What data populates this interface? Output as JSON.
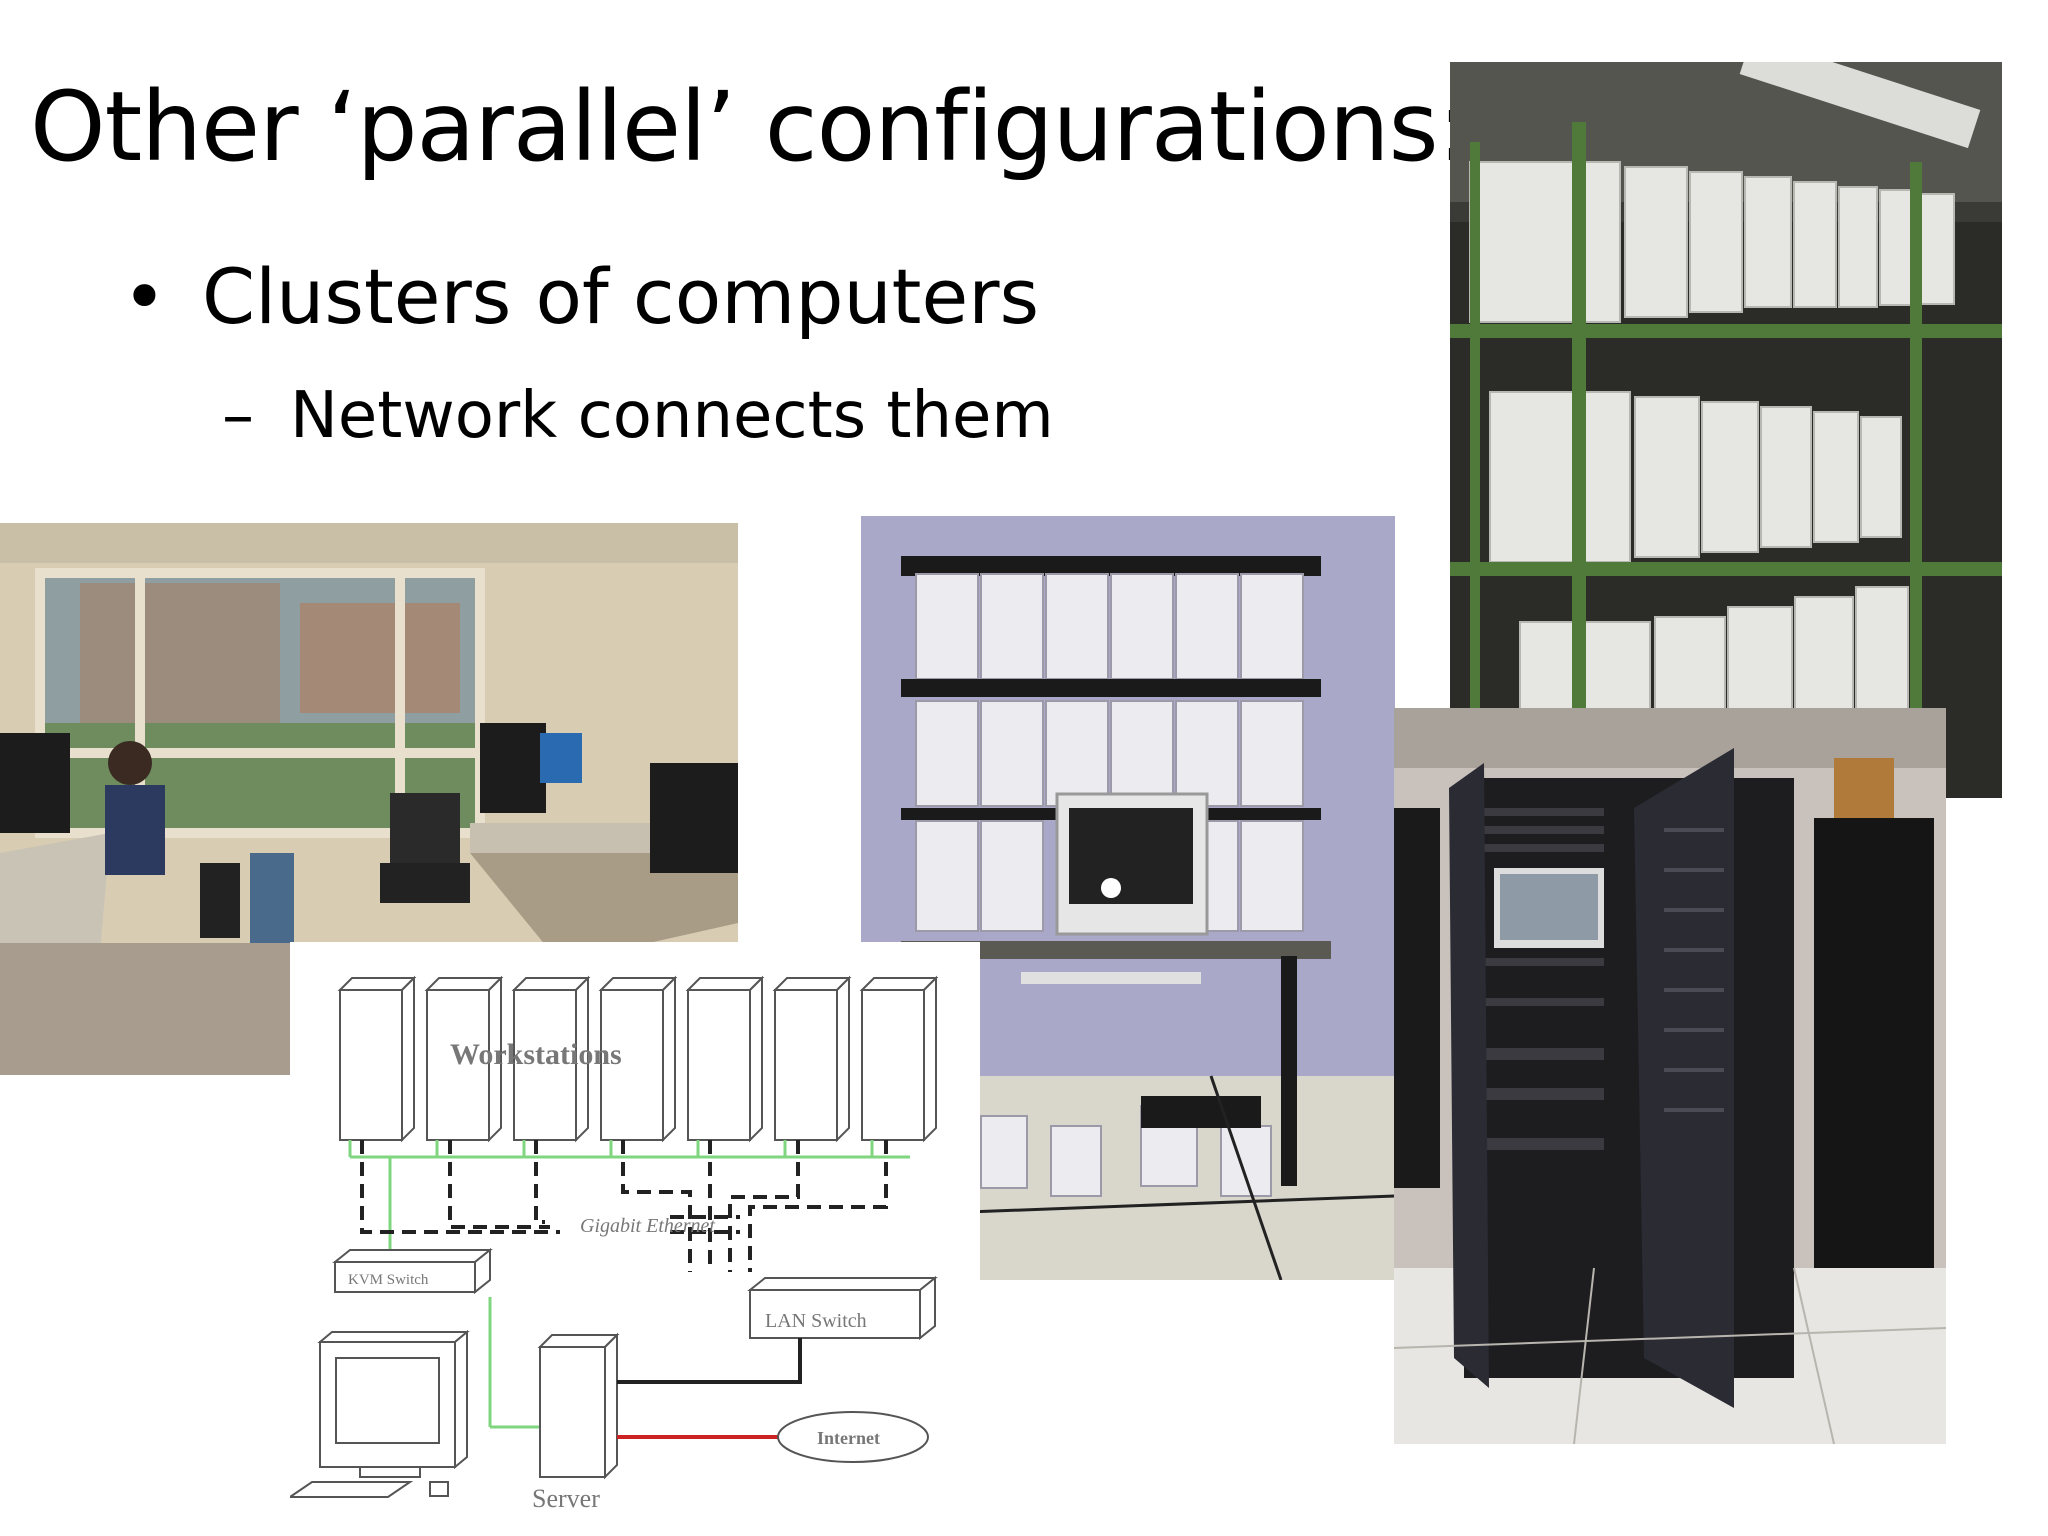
{
  "slide": {
    "title": "Other ‘parallel’ configurations:",
    "bullets": [
      {
        "marker": "•",
        "text": "Clusters of computers"
      },
      {
        "marker": "–",
        "text": "Network connects them"
      }
    ]
  },
  "diagram": {
    "workstations_label": "Workstations",
    "ethernet_label": "Gigabit Ethernet",
    "kvm_label": "KVM Switch",
    "lan_label": "LAN   Switch",
    "internet_label": "Internet",
    "server_label": "Server"
  },
  "colors": {
    "accent_green": "#7fd67f",
    "link_red": "#cc2222",
    "rack_green": "#4f7a3a"
  }
}
